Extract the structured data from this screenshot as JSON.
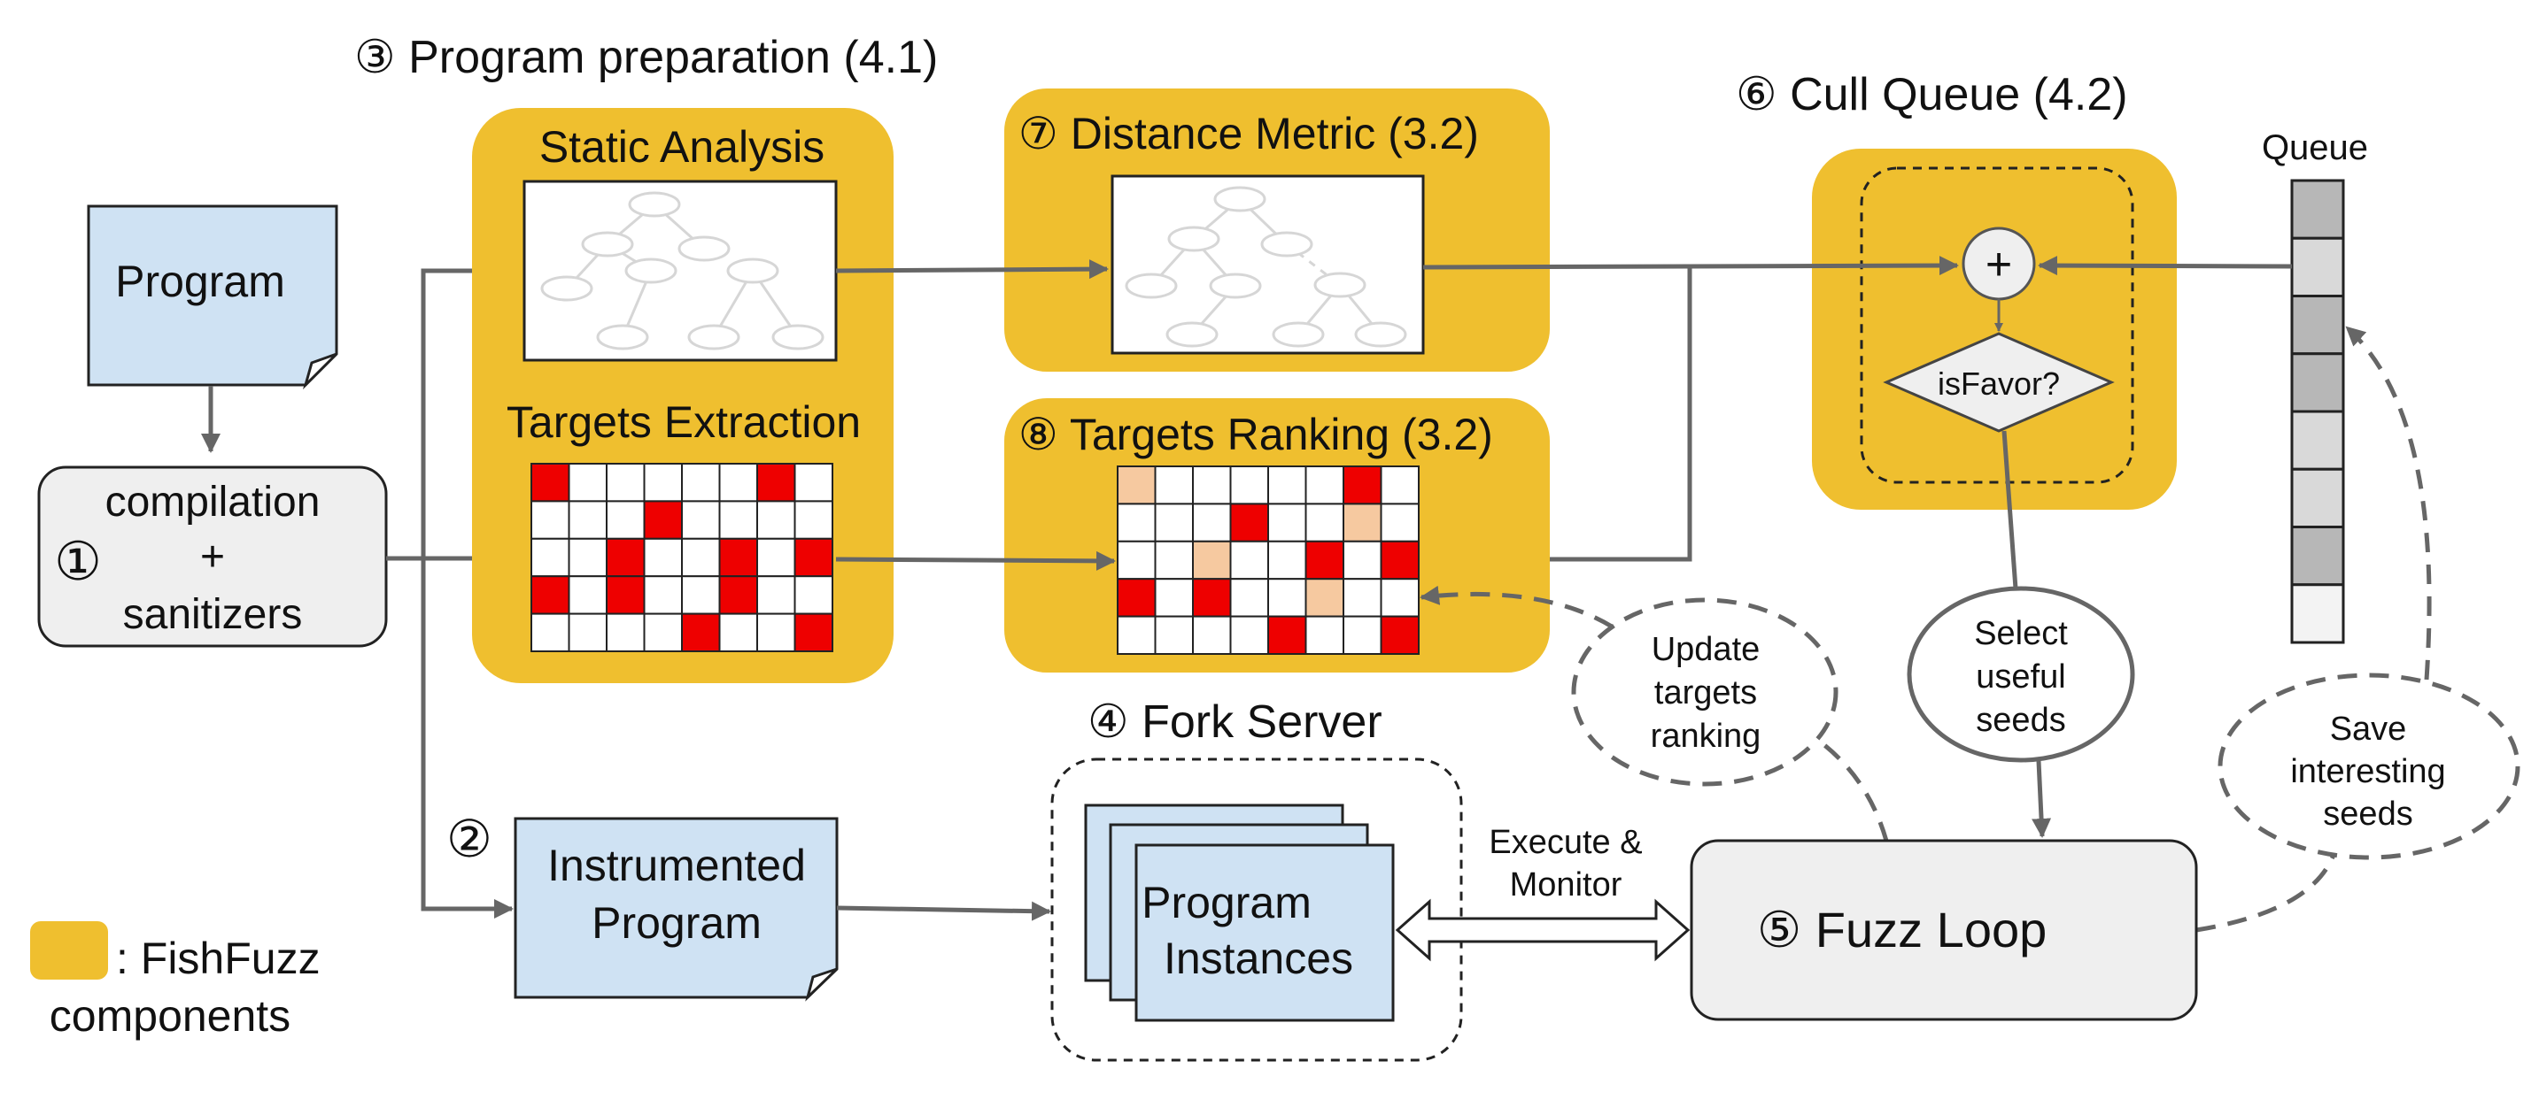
{
  "labels": {
    "program": "Program",
    "compilation_line1": "compilation",
    "compilation_line2": "+",
    "compilation_line3": "sanitizers",
    "step1_num": "①",
    "step2_num": "②",
    "step3_title": "③  Program preparation (4.1)",
    "static_analysis": "Static Analysis",
    "targets_extraction": "Targets Extraction",
    "step7_title": "⑦  Distance Metric (3.2)",
    "step8_title": "⑧  Targets Ranking (3.2)",
    "step6_title": "⑥  Cull Queue (4.2)",
    "queue": "Queue",
    "plus": "+",
    "is_favor": "isFavor?",
    "select_line1": "Select",
    "select_line2": "useful",
    "select_line3": "seeds",
    "update_line1": "Update",
    "update_line2": "targets",
    "update_line3": "ranking",
    "save_line1": "Save",
    "save_line2": "interesting",
    "save_line3": "seeds",
    "step4_title": "④  Fork Server",
    "instrumented_line1": "Instrumented",
    "instrumented_line2": "Program",
    "instances_line1": "Program",
    "instances_line2": "Instances",
    "execute_line1": "Execute &",
    "execute_line2": "Monitor",
    "fuzz_loop": "⑤  Fuzz Loop",
    "legend_line1": ": FishFuzz",
    "legend_line2": "components"
  },
  "colors": {
    "fishfuzz_yellow": "#efbf2f",
    "doc_blue": "#cfe2f3",
    "box_gray": "#efefef",
    "target_red": "#ee0000",
    "ranked_peach": "#f6c9a0",
    "queue_dark": "#b7b7b7",
    "queue_light": "#d9d9d9",
    "arrow_gray": "#666666"
  },
  "grids": {
    "targets_extraction": [
      [
        1,
        0,
        0,
        0,
        0,
        0,
        1,
        0
      ],
      [
        0,
        0,
        0,
        1,
        0,
        0,
        0,
        0
      ],
      [
        0,
        0,
        1,
        0,
        0,
        1,
        0,
        1
      ],
      [
        1,
        0,
        1,
        0,
        0,
        1,
        0,
        0
      ],
      [
        0,
        0,
        0,
        0,
        1,
        0,
        0,
        1
      ]
    ],
    "targets_ranking": [
      [
        2,
        0,
        0,
        0,
        0,
        0,
        1,
        0
      ],
      [
        0,
        0,
        0,
        1,
        0,
        0,
        2,
        0
      ],
      [
        0,
        0,
        2,
        0,
        0,
        1,
        0,
        1
      ],
      [
        1,
        0,
        1,
        0,
        0,
        2,
        0,
        0
      ],
      [
        0,
        0,
        0,
        0,
        1,
        0,
        0,
        1
      ]
    ]
  },
  "queue_cells": [
    "dark",
    "light",
    "dark",
    "dark",
    "light",
    "light",
    "dark",
    "white"
  ]
}
